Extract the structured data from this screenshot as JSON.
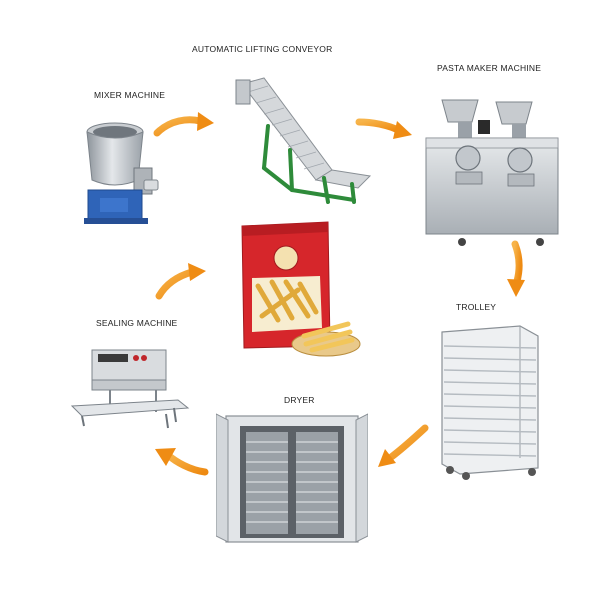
{
  "stages": {
    "mixer": {
      "label": "MIXER MACHINE"
    },
    "conveyor": {
      "label": "AUTOMATIC LIFTING CONVEYOR"
    },
    "pasta_maker": {
      "label": "PASTA MAKER MACHINE"
    },
    "trolley": {
      "label": "TROLLEY"
    },
    "dryer": {
      "label": "DRYER"
    },
    "sealing": {
      "label": "SEALING MACHINE"
    }
  },
  "colors": {
    "arrow": "#f39a1e",
    "steel": "#b9bec3",
    "mixer_base": "#2f64b8",
    "conveyor_frame": "#2e8b3a",
    "package": "#d6262b",
    "pasta": "#f2c65a"
  }
}
